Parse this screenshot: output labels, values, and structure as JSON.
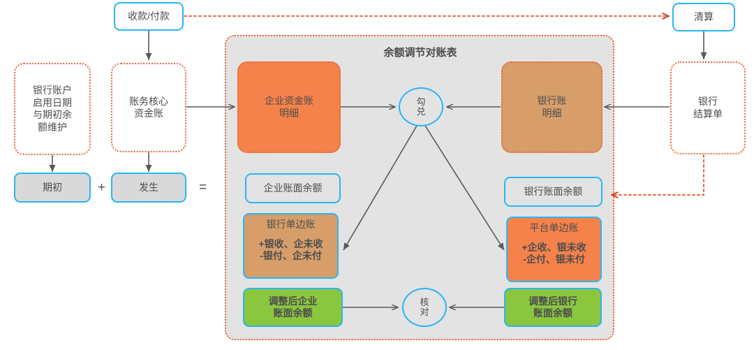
{
  "diagram": {
    "title": "余额调节对账表",
    "colors": {
      "blue_border": "#29b6f6",
      "red_dotted": "#e8673c",
      "orange_fill": "#f5824b",
      "brown_fill": "#d79e6a",
      "green_fill": "#8bc63f",
      "gray_fill": "#d9d9d9",
      "panel_fill": "#e3e3e3",
      "arrow_gray": "#595959",
      "text": "#4d4d4d"
    },
    "nodes": {
      "receipt_payment": {
        "label": "收款/付款"
      },
      "bank_account_setup": {
        "lines": [
          "银行账户",
          "启用日期",
          "与期初余",
          "额维护"
        ]
      },
      "accounting_core": {
        "lines": [
          "账务核心",
          "资金账"
        ]
      },
      "opening_balance": {
        "label": "期初"
      },
      "occurrence": {
        "label": "发生"
      },
      "settlement": {
        "label": "清算"
      },
      "bank_statement": {
        "lines": [
          "银行",
          "结算单"
        ]
      },
      "enterprise_fund_detail": {
        "lines": [
          "企业资金账",
          "明细"
        ]
      },
      "bank_account_detail": {
        "lines": [
          "银行账",
          "明细"
        ]
      },
      "match": {
        "lines": [
          "勾",
          "兑"
        ]
      },
      "enterprise_book_balance": {
        "label": "企业账面余额"
      },
      "bank_book_balance": {
        "label": "银行账面余额"
      },
      "bank_unilateral": {
        "title": "银行单边账",
        "lines": [
          "+银收、企未收",
          "-银付、企未付"
        ]
      },
      "platform_unilateral": {
        "title": "平台单边账",
        "lines": [
          "+企收、银未收",
          "-企付、银未付"
        ]
      },
      "adjusted_enterprise_balance": {
        "lines": [
          "调整后企业",
          "账面余额"
        ]
      },
      "adjusted_bank_balance": {
        "lines": [
          "调整后银行",
          "账面余额"
        ]
      },
      "verify": {
        "lines": [
          "核",
          "对"
        ]
      }
    },
    "operators": {
      "plus": "+",
      "equals": "="
    }
  }
}
